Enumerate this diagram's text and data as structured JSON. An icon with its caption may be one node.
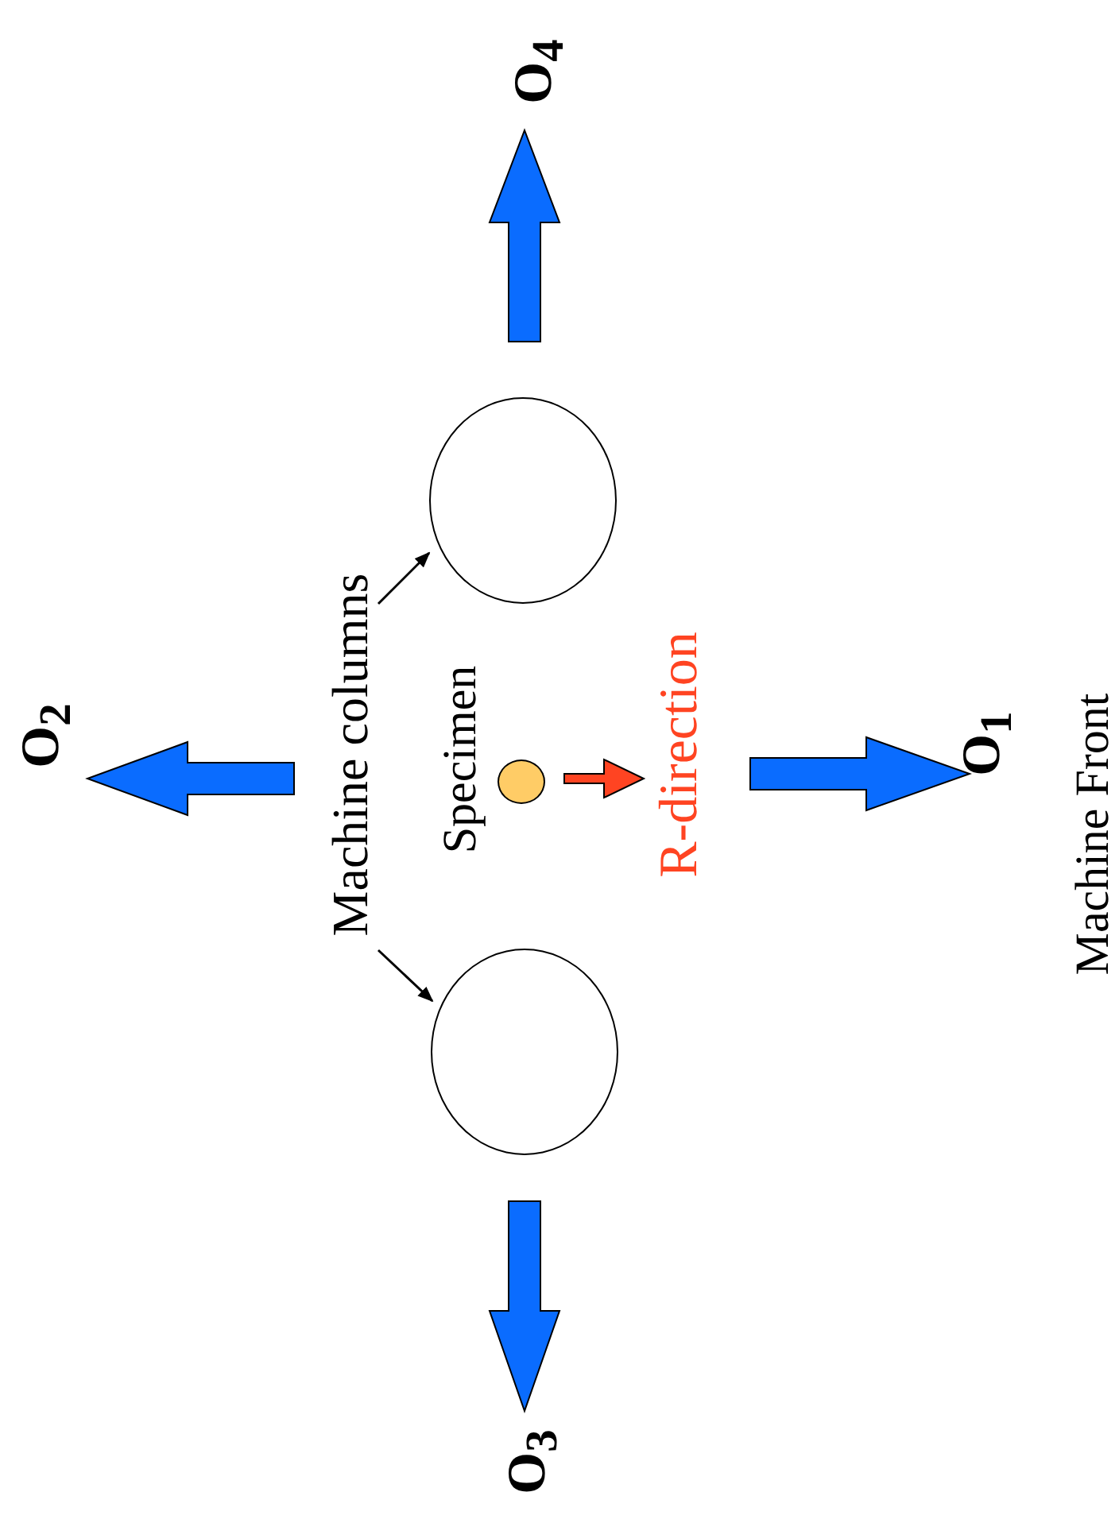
{
  "diagram": {
    "nodes": [
      {
        "text": [
          "Machine columns"
        ]
      },
      {
        "text": [],
        "shape": "circle"
      },
      {
        "text": [],
        "shape": "circle"
      },
      {
        "text": [],
        "shape": "circle",
        "beside": [
          "Specimen"
        ]
      }
    ],
    "edges": [
      {
        "from": 0,
        "to": 1,
        "arrow": "to"
      },
      {
        "from": 0,
        "to": 2,
        "arrow": "to"
      }
    ],
    "labels": [
      "O$_{4}$",
      "O$_{2}$",
      "R-direction",
      "O$_{1}$",
      "Machine Front",
      "O$_{3}$"
    ]
  }
}
